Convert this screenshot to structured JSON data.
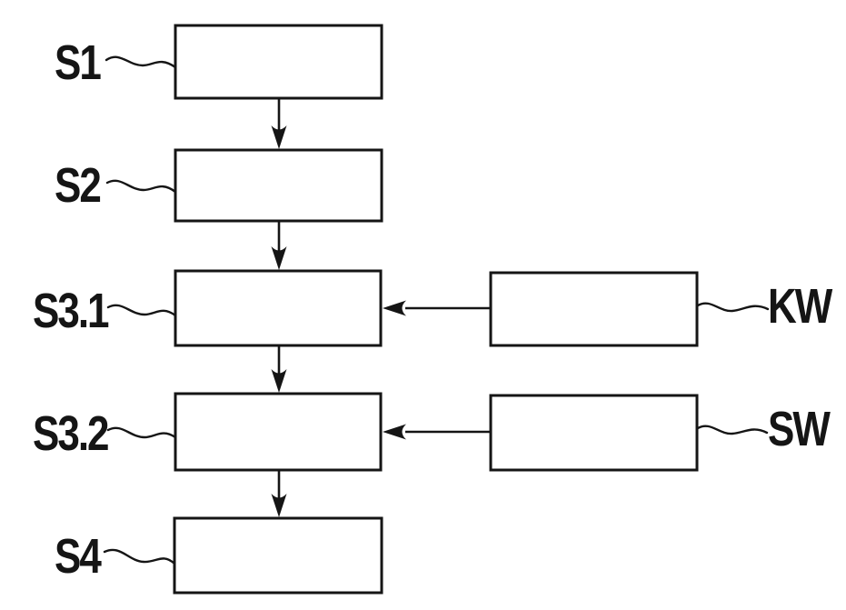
{
  "figure": {
    "type": "flowchart",
    "background_color": "#ffffff",
    "line_color": "#151515",
    "box_fill": "#ffffff",
    "labels": {
      "s1": "S1",
      "s2": "S2",
      "s3_1": "S3.1",
      "s3_2": "S3.2",
      "s4": "S4",
      "kw": "KW",
      "sw": "SW"
    },
    "nodes": [
      {
        "id": "S1",
        "ref_label": "S1",
        "box_text": ""
      },
      {
        "id": "S2",
        "ref_label": "S2",
        "box_text": ""
      },
      {
        "id": "S3.1",
        "ref_label": "S3.1",
        "box_text": ""
      },
      {
        "id": "S3.2",
        "ref_label": "S3.2",
        "box_text": ""
      },
      {
        "id": "S4",
        "ref_label": "S4",
        "box_text": ""
      },
      {
        "id": "KW",
        "ref_label": "KW",
        "box_text": ""
      },
      {
        "id": "SW",
        "ref_label": "SW",
        "box_text": ""
      }
    ],
    "edges": [
      {
        "from": "S1",
        "to": "S2",
        "style": "arrow-down"
      },
      {
        "from": "S2",
        "to": "S3.1",
        "style": "arrow-down"
      },
      {
        "from": "S3.1",
        "to": "S3.2",
        "style": "arrow-down"
      },
      {
        "from": "S3.2",
        "to": "S4",
        "style": "arrow-down"
      },
      {
        "from": "KW",
        "to": "S3.1",
        "style": "arrow-left"
      },
      {
        "from": "SW",
        "to": "S3.2",
        "style": "arrow-left"
      }
    ]
  }
}
